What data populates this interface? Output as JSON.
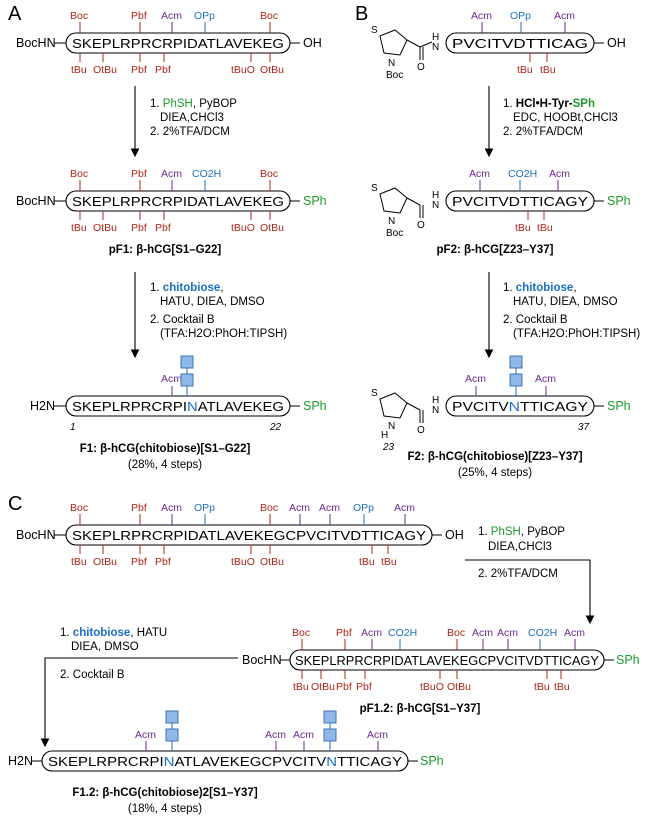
{
  "panels": {
    "a": "A",
    "b": "B",
    "c": "C"
  },
  "colors": {
    "protect_red": "#b02418",
    "acm_purple": "#6a2a8e",
    "asp_blue": "#1b6fc6",
    "thiol_green": "#1e9a2e",
    "isoacyl_orange": "#e07a10",
    "sugar_fill": "#8fb8e8"
  },
  "common": {
    "boc_hn": "BocHN",
    "oh": "OH",
    "sph": "SPh",
    "h2n": "H2N",
    "boc": "Boc",
    "pbf": "Pbf",
    "acm": "Acm",
    "opp": "OPp",
    "co2h": "CO2H",
    "tbu": "tBu",
    "otbu": "OtBu",
    "tbuo": "tBuO"
  },
  "panel_a": {
    "seq": "SKEPLRPRCRPIDATLAVEKEG",
    "steps1": {
      "s1_reagent": "PhSH",
      "s1_rest": ", PyBOP",
      "s1_line2": "DIEA,CHCl3",
      "s2": "2. 2%TFA/DCM",
      "n1": "1. "
    },
    "pf1_name": "pF1: β-hCG[S1–G22]",
    "steps2": {
      "n1": "1. ",
      "reagent": "chitobiose",
      "rest": ",",
      "line2": "HATU, DIEA, DMSO",
      "s2": "2. Cocktail B",
      "s2b": "(TFA:H2O:PhOH:TIPSH)"
    },
    "f1_seq_a": "SKEPLRPRCRPI",
    "f1_seq_n": "N",
    "f1_seq_b": "ATLAVEKEG",
    "num_start": "1",
    "num_end": "22",
    "f1_name": "F1: β-hCG(chitobiose)[S1–G22]",
    "f1_yield": "(28%, 4 steps)"
  },
  "panel_b": {
    "seq": "PVCITVDTTICAG",
    "steps1": {
      "n1": "1. ",
      "reagent": "HCl•H-Tyr-",
      "reagent_sph": "SPh",
      "line2": "EDC, HOOBt,CHCl3",
      "s2": "2. 2%TFA/DCM"
    },
    "seq2": "PVCITVDTTICAGY",
    "pf2_name": "pF2: β-hCG[Z23–Y37]",
    "steps2": {
      "n1": "1. ",
      "reagent": "chitobiose",
      "rest": ",",
      "line2": "HATU, DIEA, DMSO",
      "s2": "2. Cocktail B",
      "s2b": "(TFA:H2O:PhOH:TIPSH)"
    },
    "f2_seq_a": "PVCITV",
    "f2_seq_n": "N",
    "f2_seq_b": "TTICAGY",
    "num_start": "23",
    "num_end": "37",
    "thz_h": "H",
    "f2_name": "F2: β-hCG(chitobiose)[Z23–Y37]",
    "f2_yield": "(25%, 4 steps)"
  },
  "panel_c": {
    "seq": "SKEPLRPRCRPIDATLAVEKEGCPVCITVDTTICAGY",
    "steps1": {
      "n1": "1. ",
      "reagent": "PhSH",
      "rest": ", PyBOP",
      "line2": "DIEA,CHCl3",
      "s2": "2. 2%TFA/DCM"
    },
    "pf12_name": "pF1.2: β-hCG[S1–Y37]",
    "steps2": {
      "n1": "1. ",
      "reagent": "chitobiose",
      "rest": ", HATU",
      "line2": "DIEA, DMSO",
      "s2": "2. Cocktail B"
    },
    "f12_seq_a": "SKEPLRPRCRPI",
    "f12_seq_n1": "N",
    "f12_seq_b": "ATLAVEKEGCPVCITV",
    "f12_seq_n2": "N",
    "f12_seq_c": "TTICAGY",
    "f12_name": "F1.2: β-hCG(chitobiose)2[S1–Y37]",
    "f12_yield": "(18%, 4 steps)"
  }
}
